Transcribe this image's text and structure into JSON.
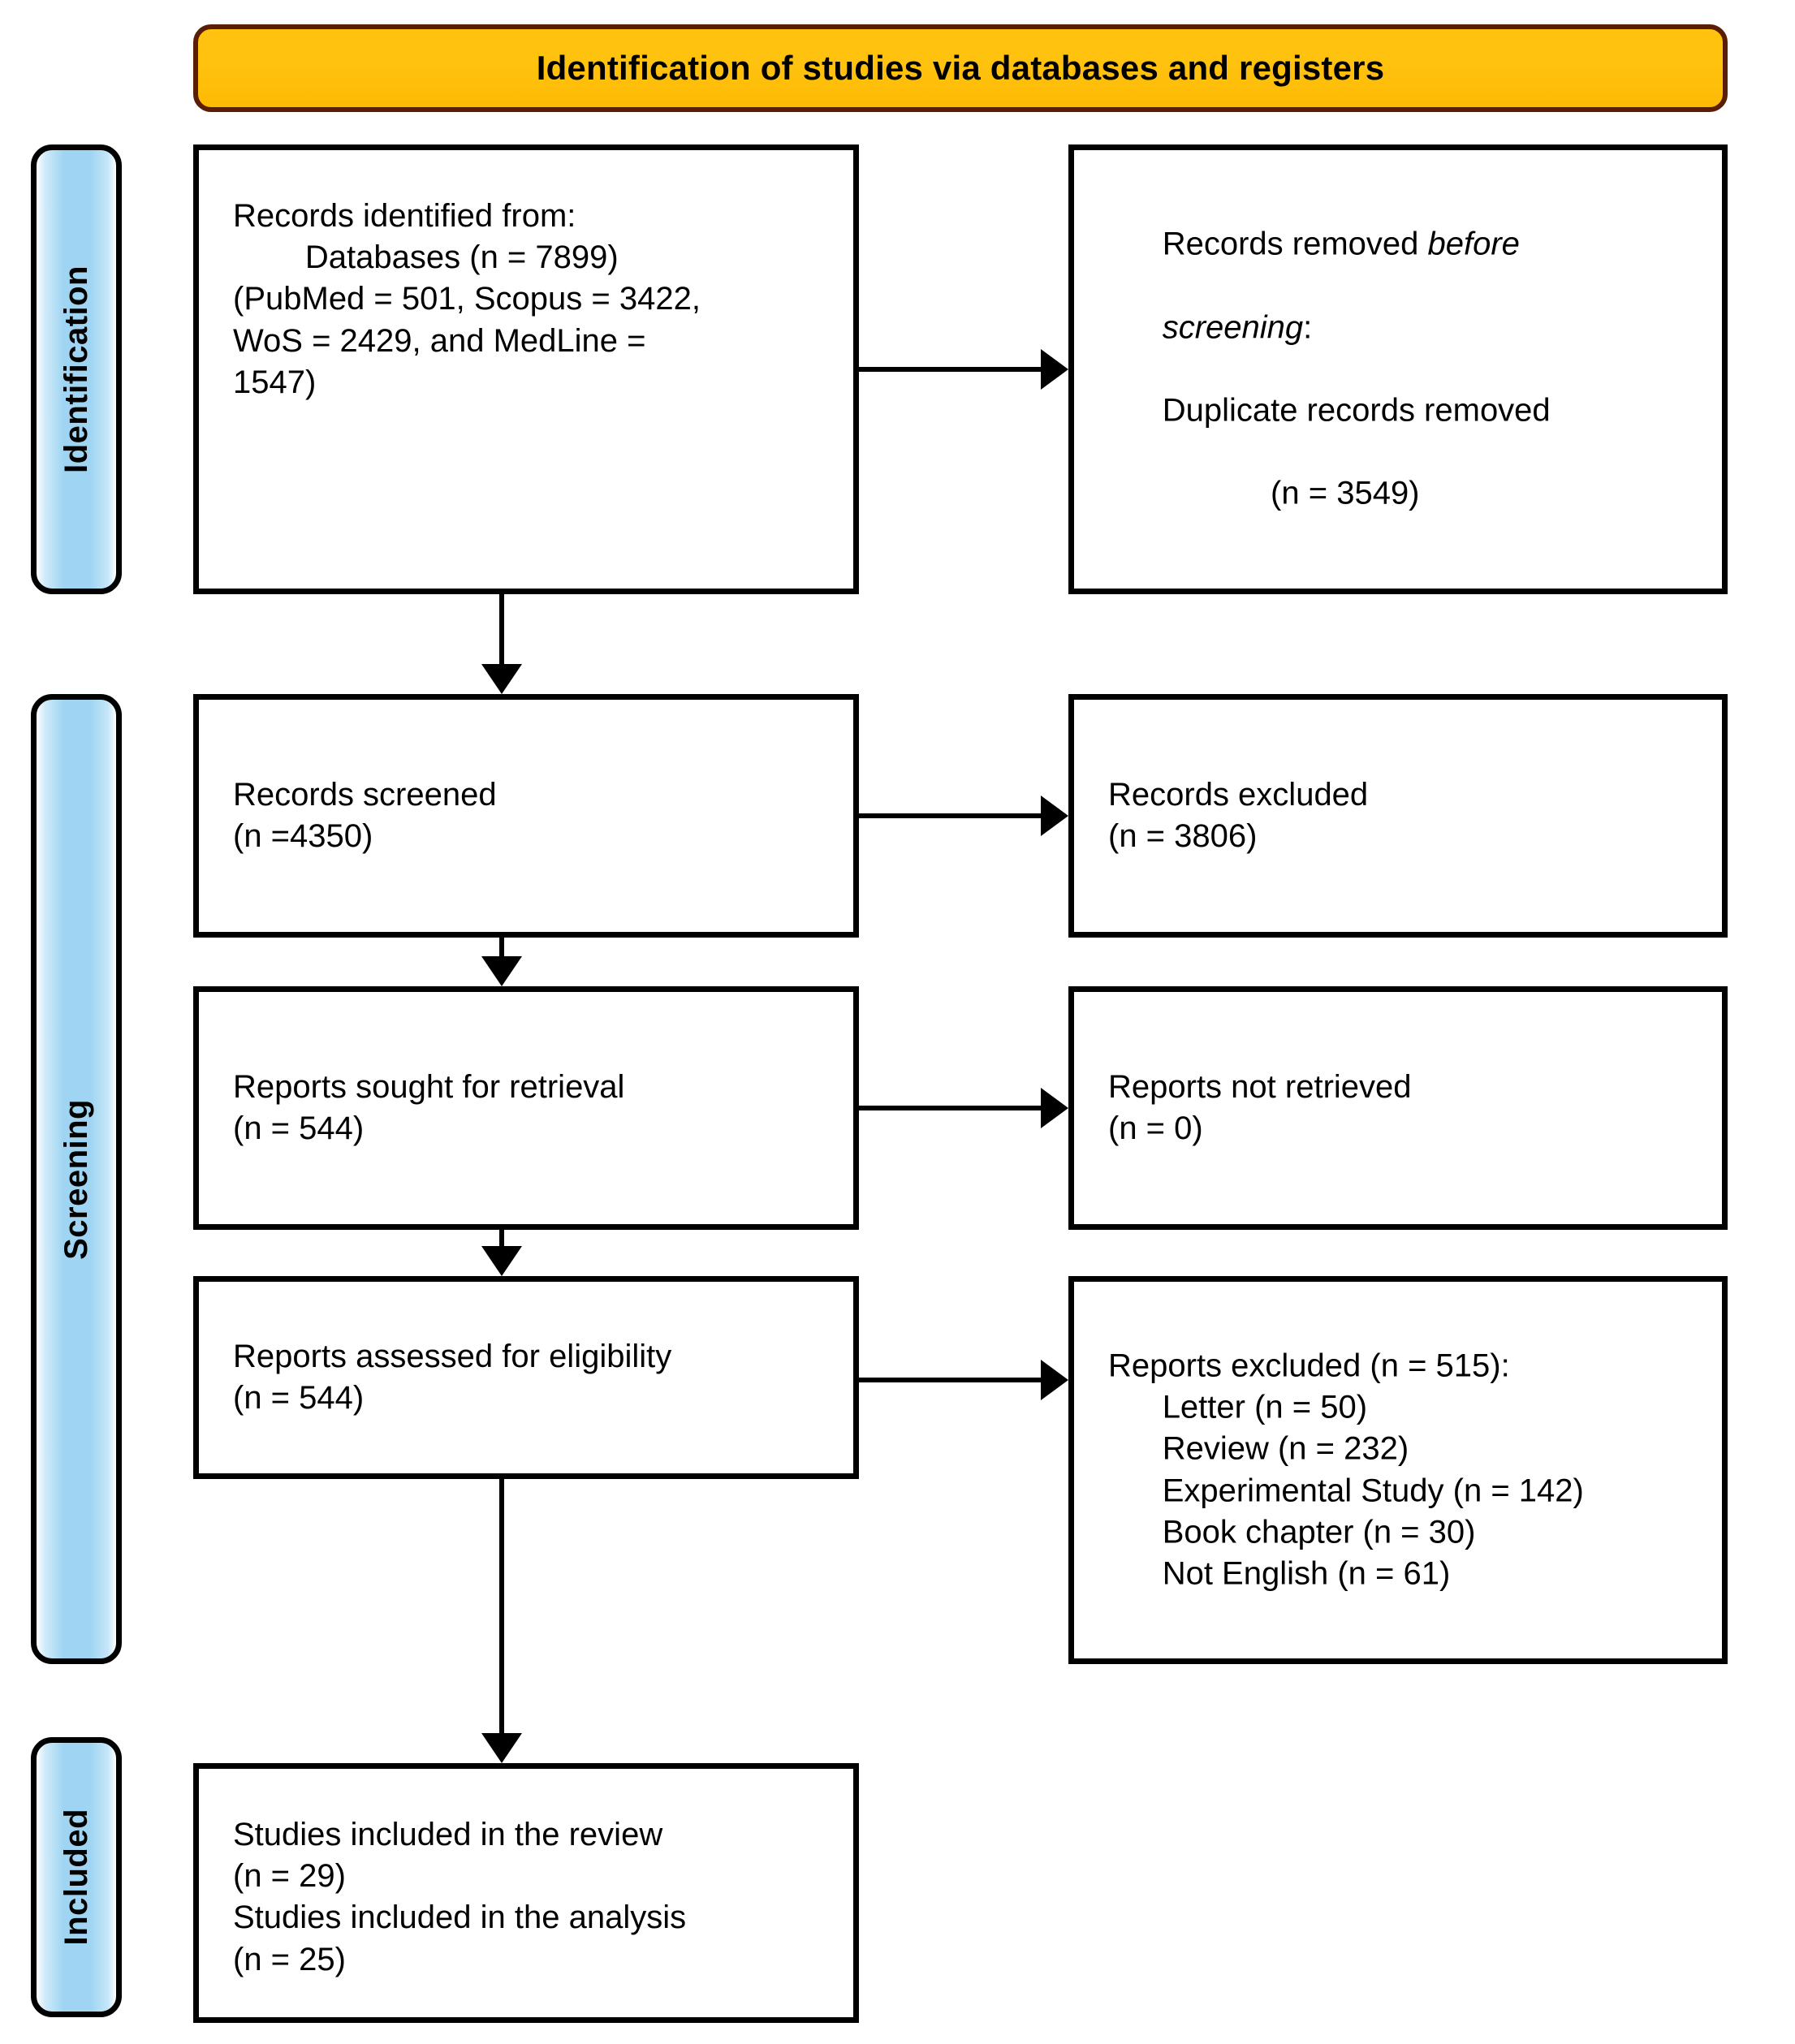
{
  "header": {
    "title": "Identification of studies via databases and registers",
    "background_color": "#FFC20E",
    "border_color": "#5A1E05"
  },
  "stages": {
    "accent_color": "#9FD5F2",
    "items": [
      {
        "id": "identification",
        "label": "Identification"
      },
      {
        "id": "screening",
        "label": "Screening"
      },
      {
        "id": "included",
        "label": "Included"
      }
    ]
  },
  "boxes": {
    "identified": {
      "lines": [
        "Records identified from:",
        "        Databases (n = 7899)",
        "(PubMed = 501, Scopus = 3422,",
        "WoS = 2429, and MedLine =",
        "1547)"
      ],
      "text": "Records identified from:\n        Databases (n = 7899)\n(PubMed = 501, Scopus = 3422,\nWoS = 2429, and MedLine =\n1547)"
    },
    "removed": {
      "line1_prefix": "Records removed ",
      "line1_italic": "before",
      "line2_italic": "screening",
      "line2_suffix": ":",
      "line3": "Duplicate records removed",
      "line4": "            (n = 3549)"
    },
    "screened": {
      "text": "Records screened\n(n =4350)"
    },
    "excluded": {
      "text": "Records excluded\n(n = 3806)"
    },
    "sought": {
      "text": "Reports sought for retrieval\n(n = 544)"
    },
    "not_retrieved": {
      "text": "Reports not retrieved\n(n = 0)"
    },
    "assessed": {
      "text": "Reports assessed for eligibility\n(n = 544)"
    },
    "reports_excluded": {
      "heading": "Reports excluded (n = 515):",
      "reasons": [
        "Letter (n = 50)",
        "Review (n = 232)",
        "Experimental Study (n = 142)",
        "Book chapter (n = 30)",
        "Not English (n = 61)"
      ],
      "text": "Reports excluded (n = 515):\n      Letter (n = 50)\n      Review (n = 232)\n      Experimental Study (n = 142)\n      Book chapter (n = 30)\n      Not English (n = 61)"
    },
    "included": {
      "text": "Studies included in the review\n(n = 29)\nStudies included in the analysis\n(n = 25)"
    }
  },
  "chart_data": {
    "type": "diagram",
    "title": "Identification of studies via databases and registers",
    "flow": [
      {
        "stage": "Identification",
        "node": "Records identified from databases",
        "n": 7899,
        "breakdown": {
          "PubMed": 501,
          "Scopus": 3422,
          "WoS": 2429,
          "MedLine": 1547
        }
      },
      {
        "stage": "Identification",
        "node": "Duplicate records removed before screening",
        "n": 3549
      },
      {
        "stage": "Screening",
        "node": "Records screened",
        "n": 4350
      },
      {
        "stage": "Screening",
        "node": "Records excluded",
        "n": 3806
      },
      {
        "stage": "Screening",
        "node": "Reports sought for retrieval",
        "n": 544
      },
      {
        "stage": "Screening",
        "node": "Reports not retrieved",
        "n": 0
      },
      {
        "stage": "Screening",
        "node": "Reports assessed for eligibility",
        "n": 544
      },
      {
        "stage": "Screening",
        "node": "Reports excluded",
        "n": 515,
        "breakdown": {
          "Letter": 50,
          "Review": 232,
          "Experimental Study": 142,
          "Book chapter": 30,
          "Not English": 61
        }
      },
      {
        "stage": "Included",
        "node": "Studies included in the review",
        "n": 29
      },
      {
        "stage": "Included",
        "node": "Studies included in the analysis",
        "n": 25
      }
    ]
  }
}
